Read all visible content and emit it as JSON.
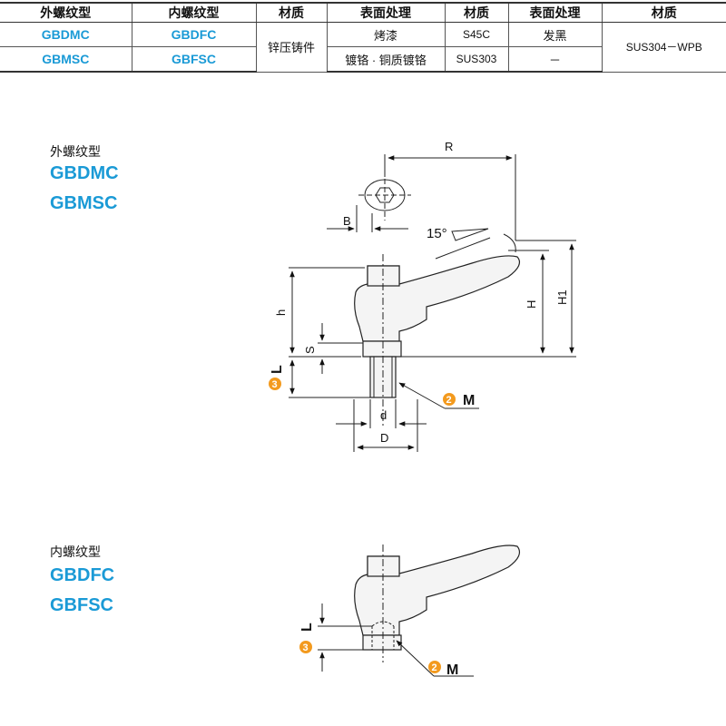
{
  "table": {
    "headers": [
      "外螺纹型",
      "内螺纹型",
      "材质",
      "表面处理",
      "材质",
      "表面处理",
      "材质"
    ],
    "row1": {
      "ext": "GBDMC",
      "int": "GBDFC",
      "material": "锌压铸件",
      "surface": "烤漆",
      "steel": "S45C",
      "steel_surface": "发黑",
      "pad": "SUS304－WPB"
    },
    "row2": {
      "ext": "GBMSC",
      "int": "GBFSC",
      "surface": "镀铬 · 铜质镀铬",
      "steel": "SUS303",
      "steel_surface": "－"
    }
  },
  "section_external": {
    "title": "外螺纹型",
    "codes": [
      "GBDMC",
      "GBMSC"
    ]
  },
  "section_internal": {
    "title": "内螺纹型",
    "codes": [
      "GBDFC",
      "GBFSC"
    ]
  },
  "dimensions": {
    "R": "R",
    "B": "B",
    "angle": "15°",
    "h": "h",
    "H": "H",
    "H1": "H1",
    "S": "S",
    "L": "L",
    "d": "d",
    "D": "D",
    "M": "M"
  },
  "badges": {
    "two": "2",
    "three": "3"
  },
  "colors": {
    "code_blue": "#1a9ad6",
    "badge_orange": "#f39a1e"
  }
}
